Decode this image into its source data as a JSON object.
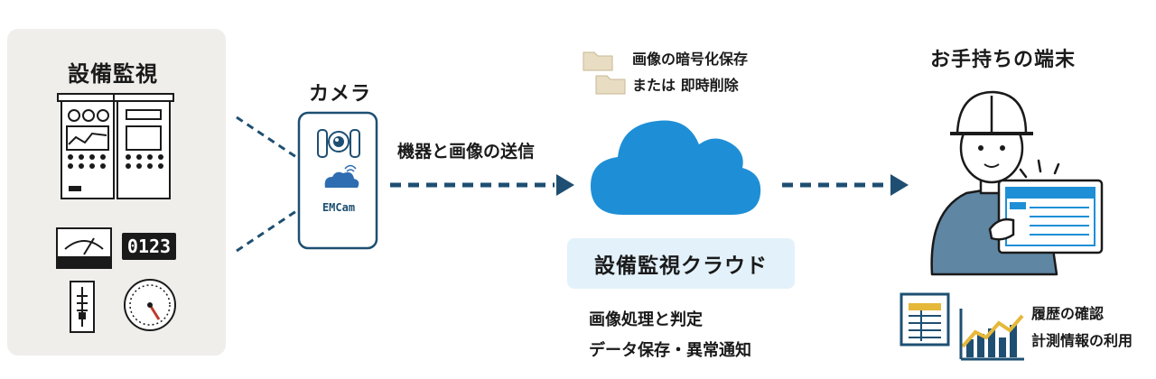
{
  "equipment": {
    "title": "設備監視"
  },
  "camera": {
    "title": "カメラ",
    "brand": "EMCam"
  },
  "display_digits": "0123",
  "transmission": {
    "label": "機器と画像の送信"
  },
  "storage": {
    "line1": "画像の暗号化保存",
    "line2": "または 即時削除"
  },
  "cloud": {
    "title": "設備監視クラウド",
    "line1": "画像処理と判定",
    "line2": "データ保存・異常通知"
  },
  "terminal": {
    "title": "お手持ちの端末",
    "line1": "履歴の確認",
    "line2": "計測情報の利用"
  },
  "colors": {
    "navy": "#1e4f72",
    "cloud_blue": "#1e8fd6",
    "panel_gray": "#efeeeb",
    "label_bg": "#e3f1fa"
  }
}
